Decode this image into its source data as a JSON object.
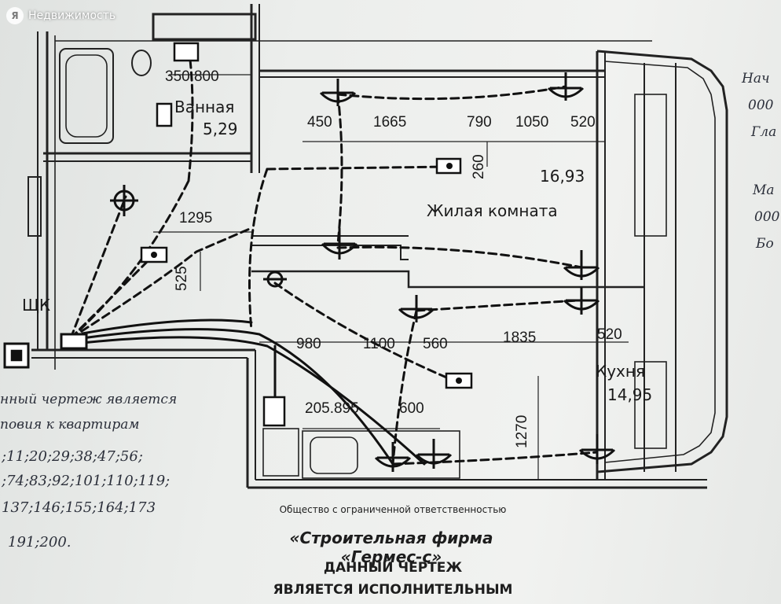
{
  "watermark": {
    "logo": "Я",
    "text": "Недвижимость"
  },
  "rooms": {
    "bathroom": {
      "name": "Ванная",
      "area": "5,29"
    },
    "living": {
      "name": "Жилая комната",
      "area": "16,93"
    },
    "kitchen": {
      "name": "Кухня",
      "area": "14,95"
    }
  },
  "panel_label": "ЩК",
  "dimensions": {
    "bath_top": "350.800",
    "d450": "450",
    "d1665": "1665",
    "d790": "790",
    "d1050": "1050",
    "d520_top": "520",
    "d260": "260",
    "d1295": "1295",
    "d525": "525",
    "d980": "980",
    "d1100": "1100",
    "d560": "560",
    "d1835": "1835",
    "d520_mid": "520",
    "d205": "205.895",
    "d600": "600",
    "d1270": "1270"
  },
  "handwriting": {
    "line1": "нный чертеж является",
    "line2": "повия к квартирам",
    "line3": ";11;20;29;38;47;56;",
    "line4": ";74;83;92;101;110;119;",
    "line5": "137;146;155;164;173",
    "line6": "191;200."
  },
  "right_margin": {
    "r1": "Нач",
    "r2": "000",
    "r3": "Гла",
    "r4": "Ма",
    "r5": "000",
    "r6": "Бо"
  },
  "stamp": {
    "org": "Общество с ограниченной ответственностью",
    "company": "«Строительная фирма «Гермес-с»",
    "line1": "ДАННЫЙ ЧЕРТЕЖ",
    "line2": "ЯВЛЯЕТСЯ ИСПОЛНИТЕЛЬНЫМ"
  }
}
